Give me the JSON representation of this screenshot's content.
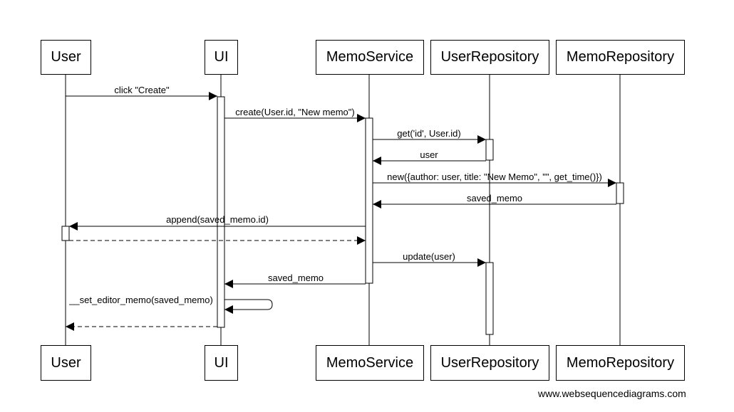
{
  "participants": {
    "user": "User",
    "ui": "UI",
    "memo_service": "MemoService",
    "user_repository": "UserRepository",
    "memo_repository": "MemoRepository"
  },
  "messages": [
    {
      "label": "click \"Create\"",
      "from": "user",
      "to": "ui",
      "style": "solid"
    },
    {
      "label": "create(User.id, \"New memo\")",
      "from": "ui",
      "to": "memo_service",
      "style": "solid"
    },
    {
      "label": "get('id', User.id)",
      "from": "memo_service",
      "to": "user_repository",
      "style": "solid"
    },
    {
      "label": "user",
      "from": "user_repository",
      "to": "memo_service",
      "style": "solid"
    },
    {
      "label": "new({author: user, title: \"New Memo\", \"\", get_time()})",
      "from": "memo_service",
      "to": "memo_repository",
      "style": "solid"
    },
    {
      "label": "saved_memo",
      "from": "memo_repository",
      "to": "memo_service",
      "style": "solid"
    },
    {
      "label": "append(saved_memo.id)",
      "from": "memo_service",
      "to": "user",
      "style": "solid"
    },
    {
      "label": "",
      "from": "user",
      "to": "memo_service",
      "style": "dashed"
    },
    {
      "label": "update(user)",
      "from": "memo_service",
      "to": "user_repository",
      "style": "solid"
    },
    {
      "label": "saved_memo",
      "from": "memo_service",
      "to": "ui",
      "style": "solid"
    },
    {
      "label": "__set_editor_memo(saved_memo)",
      "from": "ui",
      "to": "ui",
      "style": "solid"
    },
    {
      "label": "",
      "from": "ui",
      "to": "user",
      "style": "dashed"
    }
  ],
  "watermark": "www.websequencediagrams.com"
}
